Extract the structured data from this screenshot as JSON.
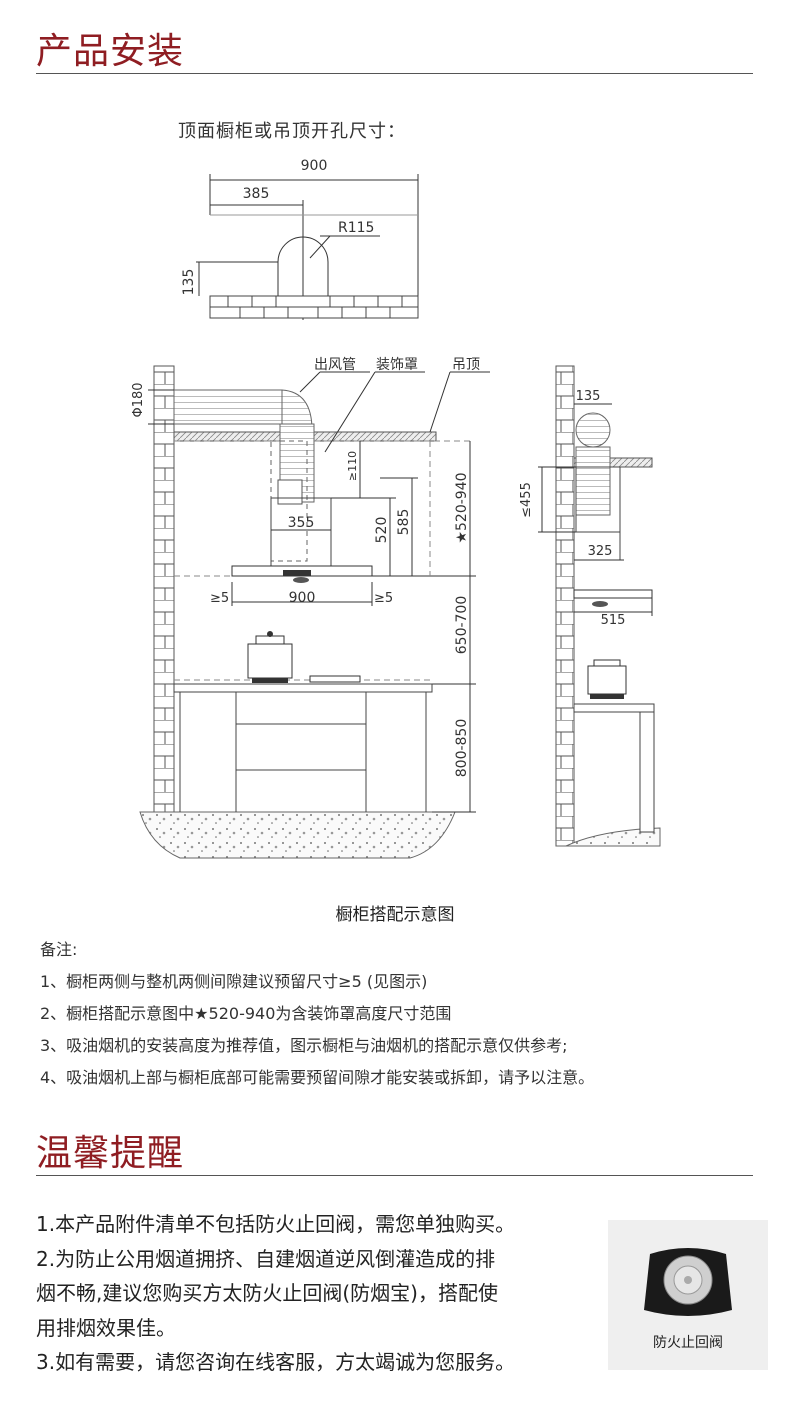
{
  "section1": {
    "title": "产品安装"
  },
  "top_diagram": {
    "caption": "顶面橱柜或吊顶开孔尺寸：",
    "dim_total": "900",
    "dim_offset": "385",
    "radius": "R115",
    "height": "135"
  },
  "main_diagram": {
    "labels": {
      "duct": "出风管",
      "cover": "装饰罩",
      "ceiling": "吊顶"
    },
    "dims": {
      "phi": "Φ180",
      "cover_min": "≥110",
      "range": "★520-940",
      "w355": "355",
      "h520": "520",
      "h585": "585",
      "gap_left": "≥5",
      "w900": "900",
      "gap_right": "≥5",
      "h650_700": "650-700",
      "h800_850": "800-850"
    },
    "side": {
      "d135": "135",
      "max455": "≤455",
      "w325": "325",
      "w515": "515"
    },
    "caption": "橱柜搭配示意图"
  },
  "notes": {
    "heading": "备注:",
    "items": [
      "1、橱柜两侧与整机两侧间隙建议预留尺寸≥5 (见图示)",
      "2、橱柜搭配示意图中★520-940为含装饰罩高度尺寸范围",
      "3、吸油烟机的安装高度为推荐值，图示橱柜与油烟机的搭配示意仅供参考;",
      "4、吸油烟机上部与橱柜底部可能需要预留间隙才能安装或拆卸，请予以注意。"
    ]
  },
  "section2": {
    "title": "温馨提醒"
  },
  "tips": {
    "lines": [
      "1.本产品附件清单不包括防火止回阀，需您单独购买。",
      "2.为防止公用烟道拥挤、自建烟道逆风倒灌造成的排",
      "烟不畅,建议您购买方太防火止回阀(防烟宝)，搭配使",
      "用排烟效果佳。",
      "3.如有需要，请您咨询在线客服，方太竭诚为您服务。"
    ]
  },
  "product": {
    "label": "防火止回阀"
  }
}
